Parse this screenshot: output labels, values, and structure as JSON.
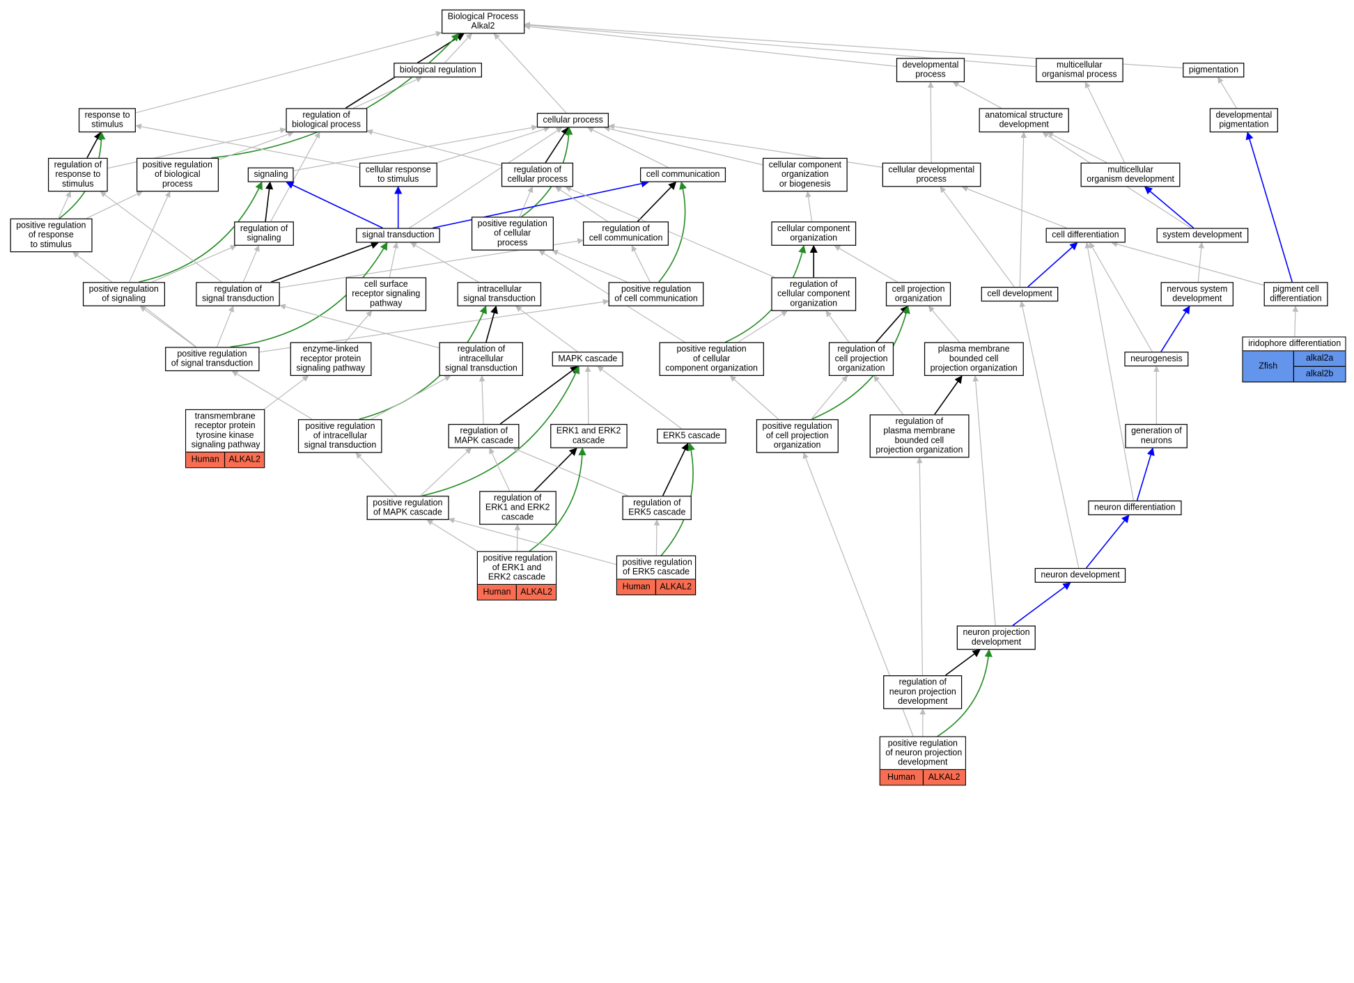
{
  "colors": {
    "is_a": "#bbbbbb",
    "regulates": "#000000",
    "positively_regulates": "#228b22",
    "part_of": "#0000ff",
    "human": "#f96e52",
    "zfish": "#6495ed"
  },
  "nodes": [
    {
      "id": "bp",
      "label": [
        "Biological Process",
        "Alkal2"
      ]
    },
    {
      "id": "biol_reg",
      "label": [
        "biological regulation"
      ]
    },
    {
      "id": "dev_proc",
      "label": [
        "developmental",
        "process"
      ]
    },
    {
      "id": "multi_proc",
      "label": [
        "multicellular",
        "organismal process"
      ]
    },
    {
      "id": "pigmentation",
      "label": [
        "pigmentation"
      ]
    },
    {
      "id": "resp_stim",
      "label": [
        "response to",
        "stimulus"
      ]
    },
    {
      "id": "reg_bio",
      "label": [
        "regulation of",
        "biological process"
      ]
    },
    {
      "id": "cell_proc",
      "label": [
        "cellular process"
      ]
    },
    {
      "id": "anat_dev",
      "label": [
        "anatomical structure",
        "development"
      ]
    },
    {
      "id": "dev_pig",
      "label": [
        "developmental",
        "pigmentation"
      ]
    },
    {
      "id": "reg_resp",
      "label": [
        "regulation of",
        "response to",
        "stimulus"
      ]
    },
    {
      "id": "pos_reg_bio",
      "label": [
        "positive regulation",
        "of biological",
        "process"
      ]
    },
    {
      "id": "signaling",
      "label": [
        "signaling"
      ]
    },
    {
      "id": "cell_resp",
      "label": [
        "cellular response",
        "to stimulus"
      ]
    },
    {
      "id": "reg_cell_proc",
      "label": [
        "regulation of",
        "cellular process"
      ]
    },
    {
      "id": "cell_comm",
      "label": [
        "cell communication"
      ]
    },
    {
      "id": "ccob",
      "label": [
        "cellular component",
        "organization",
        "or biogenesis"
      ]
    },
    {
      "id": "cell_dev_proc",
      "label": [
        "cellular developmental",
        "process"
      ]
    },
    {
      "id": "multi_org_dev",
      "label": [
        "multicellular",
        "organism development"
      ]
    },
    {
      "id": "pos_reg_resp",
      "label": [
        "positive regulation",
        "of response",
        "to stimulus"
      ]
    },
    {
      "id": "reg_sig",
      "label": [
        "regulation of",
        "signaling"
      ]
    },
    {
      "id": "sig_trans",
      "label": [
        "signal transduction"
      ]
    },
    {
      "id": "pos_reg_cell_proc",
      "label": [
        "positive regulation",
        "of cellular",
        "process"
      ]
    },
    {
      "id": "reg_cell_comm",
      "label": [
        "regulation of",
        "cell communication"
      ]
    },
    {
      "id": "cco",
      "label": [
        "cellular component",
        "organization"
      ]
    },
    {
      "id": "cell_diff",
      "label": [
        "cell differentiation"
      ]
    },
    {
      "id": "sys_dev",
      "label": [
        "system development"
      ]
    },
    {
      "id": "pos_reg_sig",
      "label": [
        "positive regulation",
        "of signaling"
      ]
    },
    {
      "id": "reg_sig_trans",
      "label": [
        "regulation of",
        "signal transduction"
      ]
    },
    {
      "id": "csrsp",
      "label": [
        "cell surface",
        "receptor signaling",
        "pathway"
      ]
    },
    {
      "id": "intra_sig",
      "label": [
        "intracellular",
        "signal transduction"
      ]
    },
    {
      "id": "pos_reg_cell_comm",
      "label": [
        "positive regulation",
        "of cell communication"
      ]
    },
    {
      "id": "reg_cco",
      "label": [
        "regulation of",
        "cellular component",
        "organization"
      ]
    },
    {
      "id": "cpo",
      "label": [
        "cell projection",
        "organization"
      ]
    },
    {
      "id": "cell_dev",
      "label": [
        "cell development"
      ]
    },
    {
      "id": "ns_dev",
      "label": [
        "nervous system",
        "development"
      ]
    },
    {
      "id": "pig_cell_diff",
      "label": [
        "pigment cell",
        "differentiation"
      ]
    },
    {
      "id": "pos_reg_sig_trans",
      "label": [
        "positive regulation",
        "of signal transduction"
      ]
    },
    {
      "id": "elrp",
      "label": [
        "enzyme-linked",
        "receptor protein",
        "signaling pathway"
      ]
    },
    {
      "id": "reg_intra",
      "label": [
        "regulation of",
        "intracellular",
        "signal transduction"
      ]
    },
    {
      "id": "mapk",
      "label": [
        "MAPK cascade"
      ]
    },
    {
      "id": "pos_reg_cco",
      "label": [
        "positive regulation",
        "of cellular",
        "component organization"
      ]
    },
    {
      "id": "reg_cpo",
      "label": [
        "regulation of",
        "cell projection",
        "organization"
      ]
    },
    {
      "id": "pmbcpo",
      "label": [
        "plasma membrane",
        "bounded cell",
        "projection organization"
      ]
    },
    {
      "id": "neurogenesis",
      "label": [
        "neurogenesis"
      ]
    },
    {
      "id": "pos_reg_intra",
      "label": [
        "positive regulation",
        "of intracellular",
        "signal transduction"
      ]
    },
    {
      "id": "reg_mapk",
      "label": [
        "regulation of",
        "MAPK cascade"
      ]
    },
    {
      "id": "erk12",
      "label": [
        "ERK1 and ERK2",
        "cascade"
      ]
    },
    {
      "id": "erk5",
      "label": [
        "ERK5 cascade"
      ]
    },
    {
      "id": "pos_reg_cpo",
      "label": [
        "positive regulation",
        "of cell projection",
        "organization"
      ]
    },
    {
      "id": "reg_pmbcpo",
      "label": [
        "regulation of",
        "plasma membrane",
        "bounded cell",
        "projection organization"
      ]
    },
    {
      "id": "gen_neurons",
      "label": [
        "generation of",
        "neurons"
      ]
    },
    {
      "id": "pos_reg_mapk",
      "label": [
        "positive regulation",
        "of MAPK cascade"
      ]
    },
    {
      "id": "reg_erk12",
      "label": [
        "regulation of",
        "ERK1 and ERK2",
        "cascade"
      ]
    },
    {
      "id": "reg_erk5",
      "label": [
        "regulation of",
        "ERK5 cascade"
      ]
    },
    {
      "id": "neuron_diff",
      "label": [
        "neuron differentiation"
      ]
    },
    {
      "id": "neuron_dev",
      "label": [
        "neuron development"
      ]
    },
    {
      "id": "npd",
      "label": [
        "neuron projection",
        "development"
      ]
    },
    {
      "id": "reg_npd",
      "label": [
        "regulation of",
        "neuron projection",
        "development"
      ]
    }
  ],
  "annotated": [
    {
      "id": "rtpk",
      "label": [
        "transmembrane",
        "receptor protein",
        "tyrosine kinase",
        "signaling pathway"
      ],
      "species": "Human",
      "genes": [
        "ALKAL2"
      ]
    },
    {
      "id": "pos_erk12",
      "label": [
        "positive regulation",
        "of ERK1 and",
        "ERK2 cascade"
      ],
      "species": "Human",
      "genes": [
        "ALKAL2"
      ]
    },
    {
      "id": "pos_erk5",
      "label": [
        "positive regulation",
        "of ERK5 cascade"
      ],
      "species": "Human",
      "genes": [
        "ALKAL2"
      ]
    },
    {
      "id": "pos_npd",
      "label": [
        "positive regulation",
        "of neuron projection",
        "development"
      ],
      "species": "Human",
      "genes": [
        "ALKAL2"
      ]
    },
    {
      "id": "iridophore",
      "label": [
        "iridophore differentiation"
      ],
      "species": "Zfish",
      "genes": [
        "alkal2a",
        "alkal2b"
      ]
    }
  ],
  "edges": [
    {
      "from": "biol_reg",
      "to": "bp",
      "type": "is_a"
    },
    {
      "from": "reg_bio",
      "to": "biol_reg",
      "type": "is_a"
    },
    {
      "from": "reg_bio",
      "to": "bp",
      "type": "regulates"
    },
    {
      "from": "pos_reg_bio",
      "to": "bp",
      "type": "positively_regulates"
    },
    {
      "from": "resp_stim",
      "to": "bp",
      "type": "is_a"
    },
    {
      "from": "cell_proc",
      "to": "bp",
      "type": "is_a"
    },
    {
      "from": "dev_proc",
      "to": "bp",
      "type": "is_a"
    },
    {
      "from": "multi_proc",
      "to": "bp",
      "type": "is_a"
    },
    {
      "from": "pigmentation",
      "to": "bp",
      "type": "is_a"
    },
    {
      "from": "reg_resp",
      "to": "resp_stim",
      "type": "regulates"
    },
    {
      "from": "pos_reg_resp",
      "to": "resp_stim",
      "type": "positively_regulates"
    },
    {
      "from": "pos_reg_resp",
      "to": "reg_resp",
      "type": "is_a"
    },
    {
      "from": "reg_resp",
      "to": "reg_bio",
      "type": "is_a"
    },
    {
      "from": "pos_reg_bio",
      "to": "reg_bio",
      "type": "is_a"
    },
    {
      "from": "pos_reg_resp",
      "to": "pos_reg_bio",
      "type": "is_a"
    },
    {
      "from": "cell_resp",
      "to": "resp_stim",
      "type": "is_a"
    },
    {
      "from": "signaling",
      "to": "cell_proc",
      "type": "is_a"
    },
    {
      "from": "reg_cell_proc",
      "to": "cell_proc",
      "type": "regulates"
    },
    {
      "from": "reg_cell_proc",
      "to": "reg_bio",
      "type": "is_a"
    },
    {
      "from": "pos_reg_cell_proc",
      "to": "cell_proc",
      "type": "positively_regulates"
    },
    {
      "from": "pos_reg_cell_proc",
      "to": "reg_cell_proc",
      "type": "is_a"
    },
    {
      "from": "cell_comm",
      "to": "cell_proc",
      "type": "is_a"
    },
    {
      "from": "cell_resp",
      "to": "cell_proc",
      "type": "is_a"
    },
    {
      "from": "cell_dev_proc",
      "to": "cell_proc",
      "type": "is_a"
    },
    {
      "from": "cell_dev_proc",
      "to": "dev_proc",
      "type": "is_a"
    },
    {
      "from": "anat_dev",
      "to": "dev_proc",
      "type": "is_a"
    },
    {
      "from": "multi_org_dev",
      "to": "anat_dev",
      "type": "is_a"
    },
    {
      "from": "multi_org_dev",
      "to": "multi_proc",
      "type": "is_a"
    },
    {
      "from": "dev_pig",
      "to": "pigmentation",
      "type": "is_a"
    },
    {
      "from": "ccob",
      "to": "cell_proc",
      "type": "is_a"
    },
    {
      "from": "cco",
      "to": "ccob",
      "type": "is_a"
    },
    {
      "from": "reg_sig",
      "to": "signaling",
      "type": "regulates"
    },
    {
      "from": "reg_sig",
      "to": "reg_bio",
      "type": "is_a"
    },
    {
      "from": "pos_reg_sig",
      "to": "signaling",
      "type": "positively_regulates"
    },
    {
      "from": "pos_reg_sig",
      "to": "reg_sig",
      "type": "is_a"
    },
    {
      "from": "pos_reg_sig",
      "to": "pos_reg_bio",
      "type": "is_a"
    },
    {
      "from": "sig_trans",
      "to": "signaling",
      "type": "part_of"
    },
    {
      "from": "sig_trans",
      "to": "cell_resp",
      "type": "part_of"
    },
    {
      "from": "sig_trans",
      "to": "cell_comm",
      "type": "part_of"
    },
    {
      "from": "sig_trans",
      "to": "cell_proc",
      "type": "is_a"
    },
    {
      "from": "reg_sig_trans",
      "to": "sig_trans",
      "type": "regulates"
    },
    {
      "from": "reg_sig_trans",
      "to": "reg_sig",
      "type": "is_a"
    },
    {
      "from": "reg_sig_trans",
      "to": "reg_resp",
      "type": "is_a"
    },
    {
      "from": "reg_sig_trans",
      "to": "reg_cell_comm",
      "type": "is_a"
    },
    {
      "from": "reg_cell_comm",
      "to": "cell_comm",
      "type": "regulates"
    },
    {
      "from": "reg_cell_comm",
      "to": "reg_cell_proc",
      "type": "is_a"
    },
    {
      "from": "pos_reg_cell_comm",
      "to": "cell_comm",
      "type": "positively_regulates"
    },
    {
      "from": "pos_reg_cell_comm",
      "to": "reg_cell_comm",
      "type": "is_a"
    },
    {
      "from": "pos_reg_cell_comm",
      "to": "pos_reg_cell_proc",
      "type": "is_a"
    },
    {
      "from": "pos_reg_sig_trans",
      "to": "sig_trans",
      "type": "positively_regulates"
    },
    {
      "from": "pos_reg_sig_trans",
      "to": "reg_sig_trans",
      "type": "is_a"
    },
    {
      "from": "pos_reg_sig_trans",
      "to": "pos_reg_sig",
      "type": "is_a"
    },
    {
      "from": "pos_reg_sig_trans",
      "to": "pos_reg_cell_comm",
      "type": "is_a"
    },
    {
      "from": "pos_reg_sig_trans",
      "to": "pos_reg_resp",
      "type": "is_a"
    },
    {
      "from": "csrsp",
      "to": "sig_trans",
      "type": "is_a"
    },
    {
      "from": "elrp",
      "to": "csrsp",
      "type": "is_a"
    },
    {
      "from": "rtpk",
      "to": "elrp",
      "type": "is_a"
    },
    {
      "from": "intra_sig",
      "to": "sig_trans",
      "type": "is_a"
    },
    {
      "from": "reg_intra",
      "to": "intra_sig",
      "type": "regulates"
    },
    {
      "from": "reg_intra",
      "to": "reg_sig_trans",
      "type": "is_a"
    },
    {
      "from": "pos_reg_intra",
      "to": "intra_sig",
      "type": "positively_regulates"
    },
    {
      "from": "pos_reg_intra",
      "to": "reg_intra",
      "type": "is_a"
    },
    {
      "from": "pos_reg_intra",
      "to": "pos_reg_sig_trans",
      "type": "is_a"
    },
    {
      "from": "mapk",
      "to": "intra_sig",
      "type": "is_a"
    },
    {
      "from": "reg_mapk",
      "to": "mapk",
      "type": "regulates"
    },
    {
      "from": "reg_mapk",
      "to": "reg_intra",
      "type": "is_a"
    },
    {
      "from": "pos_reg_mapk",
      "to": "mapk",
      "type": "positively_regulates"
    },
    {
      "from": "pos_reg_mapk",
      "to": "reg_mapk",
      "type": "is_a"
    },
    {
      "from": "pos_reg_mapk",
      "to": "pos_reg_intra",
      "type": "is_a"
    },
    {
      "from": "erk12",
      "to": "mapk",
      "type": "is_a"
    },
    {
      "from": "erk5",
      "to": "mapk",
      "type": "is_a"
    },
    {
      "from": "reg_erk12",
      "to": "erk12",
      "type": "regulates"
    },
    {
      "from": "reg_erk12",
      "to": "reg_mapk",
      "type": "is_a"
    },
    {
      "from": "reg_erk5",
      "to": "erk5",
      "type": "regulates"
    },
    {
      "from": "reg_erk5",
      "to": "reg_mapk",
      "type": "is_a"
    },
    {
      "from": "pos_erk12",
      "to": "erk12",
      "type": "positively_regulates"
    },
    {
      "from": "pos_erk12",
      "to": "reg_erk12",
      "type": "is_a"
    },
    {
      "from": "pos_erk12",
      "to": "pos_reg_mapk",
      "type": "is_a"
    },
    {
      "from": "pos_erk5",
      "to": "erk5",
      "type": "positively_regulates"
    },
    {
      "from": "pos_erk5",
      "to": "reg_erk5",
      "type": "is_a"
    },
    {
      "from": "pos_erk5",
      "to": "pos_reg_mapk",
      "type": "is_a"
    },
    {
      "from": "reg_cco",
      "to": "cco",
      "type": "regulates"
    },
    {
      "from": "reg_cco",
      "to": "reg_cell_proc",
      "type": "is_a"
    },
    {
      "from": "pos_reg_cco",
      "to": "cco",
      "type": "positively_regulates"
    },
    {
      "from": "pos_reg_cco",
      "to": "reg_cco",
      "type": "is_a"
    },
    {
      "from": "pos_reg_cco",
      "to": "pos_reg_cell_proc",
      "type": "is_a"
    },
    {
      "from": "cpo",
      "to": "cco",
      "type": "is_a"
    },
    {
      "from": "pmbcpo",
      "to": "cpo",
      "type": "is_a"
    },
    {
      "from": "reg_cpo",
      "to": "cpo",
      "type": "regulates"
    },
    {
      "from": "reg_cpo",
      "to": "reg_cco",
      "type": "is_a"
    },
    {
      "from": "pos_reg_cpo",
      "to": "cpo",
      "type": "positively_regulates"
    },
    {
      "from": "pos_reg_cpo",
      "to": "reg_cpo",
      "type": "is_a"
    },
    {
      "from": "pos_reg_cpo",
      "to": "pos_reg_cco",
      "type": "is_a"
    },
    {
      "from": "reg_pmbcpo",
      "to": "pmbcpo",
      "type": "regulates"
    },
    {
      "from": "reg_pmbcpo",
      "to": "reg_cpo",
      "type": "is_a"
    },
    {
      "from": "cell_diff",
      "to": "cell_dev_proc",
      "type": "is_a"
    },
    {
      "from": "cell_dev",
      "to": "cell_diff",
      "type": "part_of"
    },
    {
      "from": "cell_dev",
      "to": "anat_dev",
      "type": "is_a"
    },
    {
      "from": "cell_dev",
      "to": "cell_dev_proc",
      "type": "is_a"
    },
    {
      "from": "sys_dev",
      "to": "multi_org_dev",
      "type": "part_of"
    },
    {
      "from": "sys_dev",
      "to": "anat_dev",
      "type": "is_a"
    },
    {
      "from": "ns_dev",
      "to": "sys_dev",
      "type": "is_a"
    },
    {
      "from": "neurogenesis",
      "to": "ns_dev",
      "type": "part_of"
    },
    {
      "from": "neurogenesis",
      "to": "cell_diff",
      "type": "is_a"
    },
    {
      "from": "gen_neurons",
      "to": "neurogenesis",
      "type": "is_a"
    },
    {
      "from": "neuron_diff",
      "to": "gen_neurons",
      "type": "part_of"
    },
    {
      "from": "neuron_diff",
      "to": "cell_diff",
      "type": "is_a"
    },
    {
      "from": "neuron_dev",
      "to": "neuron_diff",
      "type": "part_of"
    },
    {
      "from": "neuron_dev",
      "to": "cell_dev",
      "type": "is_a"
    },
    {
      "from": "npd",
      "to": "neuron_dev",
      "type": "part_of"
    },
    {
      "from": "npd",
      "to": "pmbcpo",
      "type": "is_a"
    },
    {
      "from": "reg_npd",
      "to": "npd",
      "type": "regulates"
    },
    {
      "from": "reg_npd",
      "to": "reg_pmbcpo",
      "type": "is_a"
    },
    {
      "from": "pos_npd",
      "to": "npd",
      "type": "positively_regulates"
    },
    {
      "from": "pos_npd",
      "to": "reg_npd",
      "type": "is_a"
    },
    {
      "from": "pos_npd",
      "to": "pos_reg_cpo",
      "type": "is_a"
    },
    {
      "from": "pig_cell_diff",
      "to": "cell_diff",
      "type": "is_a"
    },
    {
      "from": "pig_cell_diff",
      "to": "dev_pig",
      "type": "part_of"
    },
    {
      "from": "iridophore",
      "to": "pig_cell_diff",
      "type": "is_a"
    }
  ]
}
